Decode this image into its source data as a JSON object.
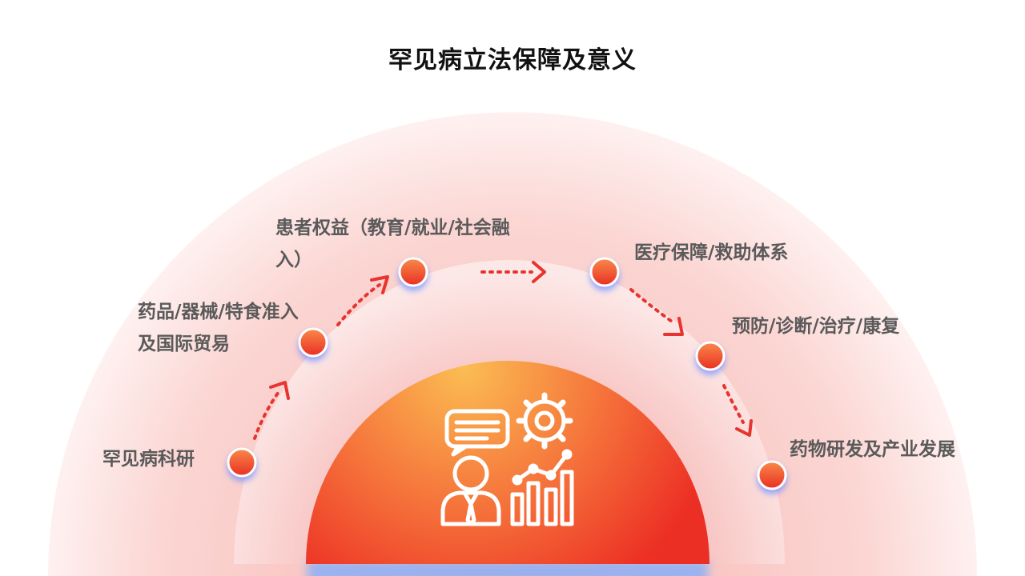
{
  "title": "罕见病立法保障及意义",
  "colors": {
    "node_fill_top": "#f97a46",
    "node_fill_bottom": "#e93323",
    "arrow": "#e8332f",
    "core_top": "#f9b54c",
    "core_bottom": "#ee3224",
    "outer_ring": "#fde3e1",
    "inner_ring": "#f8c1be"
  },
  "nodes": [
    {
      "id": "research",
      "label": "罕见病科研"
    },
    {
      "id": "market",
      "label_line1": "药品/器械/特食准入",
      "label_line2": "及国际贸易"
    },
    {
      "id": "rights",
      "label_line1": "患者权益（教育/就业/社会融",
      "label_line2": "入）"
    },
    {
      "id": "medical",
      "label": "医疗保障/救助体系"
    },
    {
      "id": "prevention",
      "label": "预防/诊断/治疗/康复"
    },
    {
      "id": "industry",
      "label": "药物研发及产业发展"
    }
  ],
  "center_icon": "person-with-chart-and-gear-icon"
}
